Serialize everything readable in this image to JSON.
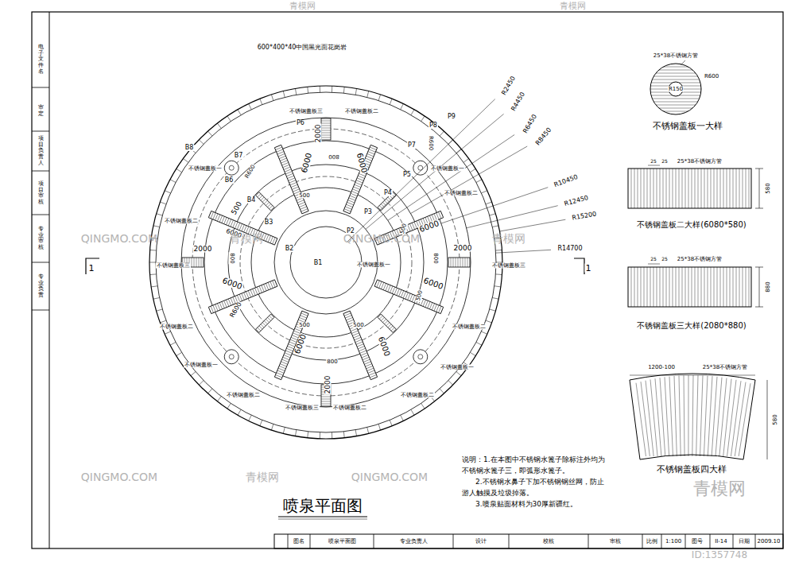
{
  "diagram": {
    "title": "喷泉平面图",
    "labels": [
      "600*400*40中国黑光面花岗岩",
      "不锈钢盖板三",
      "不锈钢盖板二",
      "P6",
      "P8",
      "P9",
      "2000",
      "800",
      "6000",
      "6000",
      "P7",
      "R600",
      "B8",
      "B7",
      "不锈钢盖板一",
      "不锈钢盖板一",
      "B6",
      "R600",
      "P5",
      "P4",
      "不锈钢盖板二",
      "500",
      "B4",
      "500",
      "P3",
      "不锈钢盖板二",
      "B3",
      "6000",
      "6000",
      "P2",
      "500",
      "2000",
      "B2",
      "2000",
      "不锈钢盖板三",
      "800",
      "B1",
      "不锈钢盖板一",
      "800",
      "不锈钢盖板三",
      "6000",
      "6000",
      "R600",
      "500",
      "500",
      "500",
      "不锈钢盖板二",
      "不锈钢盖板二",
      "6000",
      "6000",
      "800",
      "2000",
      "不锈钢盖板一",
      "不锈钢盖板一",
      "不锈钢盖板二",
      "不锈钢盖板二",
      "不锈钢盖板三",
      "不锈钢盖板二",
      "R2450",
      "R4450",
      "R6450",
      "R8450",
      "R10450",
      "R12450",
      "R15200",
      "R14700",
      "1",
      "1",
      "25*38不锈钢方管",
      "R150",
      "R600",
      "不锈钢盖板一大样",
      "25",
      "25",
      "25*38不锈钢方管",
      "580",
      "不锈钢盖板二大样(6080*580)",
      "25",
      "25",
      "25*38不锈钢方管",
      "880",
      "不锈钢盖板三大样(2080*880)",
      "1200-100",
      "25*38不锈钢方管",
      "580",
      "不锈钢盖板四大样",
      "说明：1.在本图中不锈钢水篦子除标注外均为",
      "不锈钢水篦子三，即弧形水篦子。",
      "2.不锈钢水鼻子下加不锈钢钢丝网，防止",
      "游人触摸及垃圾掉落。",
      "3.喷泉贴面材料为30厚新疆红。",
      "电子文件名",
      "审定",
      "项目负责人",
      "项目审核",
      "专业审核",
      "专业负责",
      "图名",
      "喷泉平面图",
      "专业负责人",
      "设计",
      "校核",
      "审核",
      "比例",
      "1:100",
      "图号",
      "II-14",
      "日期",
      "2009.10",
      "青模网",
      "青模网",
      "QINGMO.COM",
      "青模网",
      "QINGMO.COM",
      "青模网",
      "QINGMO.COM",
      "青模网",
      "QINGMO.COM",
      "青模网",
      "ID:1357748"
    ]
  }
}
